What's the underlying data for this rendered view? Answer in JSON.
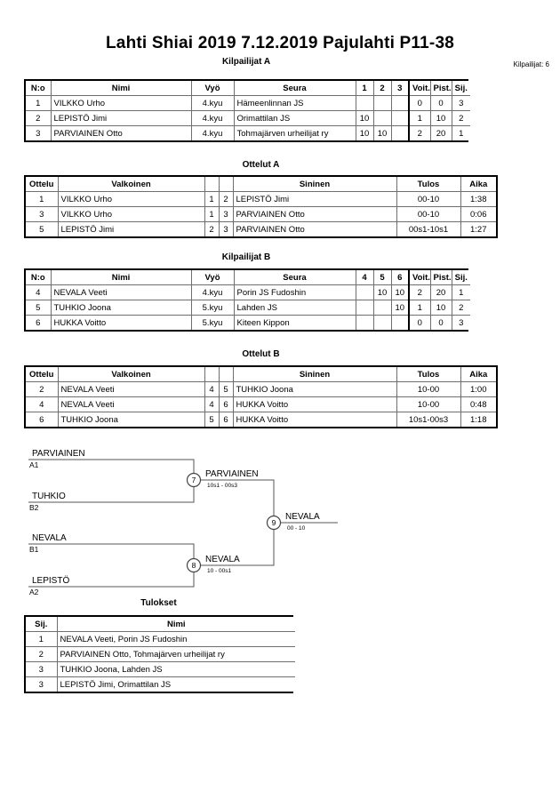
{
  "title": "Lahti Shiai 2019  7.12.2019  Pajulahti   P11-38",
  "competitors_note": "Kilpailijat: 6",
  "headings": {
    "group_a": "Kilpailijat A",
    "matches_a": "Ottelut A",
    "group_b": "Kilpailijat B",
    "matches_b": "Ottelut B",
    "results": "Tulokset"
  },
  "group_table_headers": {
    "no": "N:o",
    "name": "Nimi",
    "belt": "Vyö",
    "club": "Seura",
    "wins": "Voit.",
    "points": "Pist.",
    "rank": "Sij."
  },
  "group_a": {
    "opponent_columns": [
      "1",
      "2",
      "3"
    ],
    "rows": [
      {
        "no": "1",
        "name": "VILKKO Urho",
        "belt": "4.kyu",
        "club": "Hämeenlinnan JS",
        "scores": [
          "",
          "",
          ""
        ],
        "wins": "0",
        "points": "0",
        "rank": "3"
      },
      {
        "no": "2",
        "name": "LEPISTÖ Jimi",
        "belt": "4.kyu",
        "club": "Orimattilan JS",
        "scores": [
          "10",
          "",
          ""
        ],
        "wins": "1",
        "points": "10",
        "rank": "2"
      },
      {
        "no": "3",
        "name": "PARVIAINEN Otto",
        "belt": "4.kyu",
        "club": "Tohmajärven urheilijat ry",
        "scores": [
          "10",
          "10",
          ""
        ],
        "wins": "2",
        "points": "20",
        "rank": "1"
      }
    ]
  },
  "group_b": {
    "opponent_columns": [
      "4",
      "5",
      "6"
    ],
    "rows": [
      {
        "no": "4",
        "name": "NEVALA Veeti",
        "belt": "4.kyu",
        "club": "Porin JS Fudoshin",
        "scores": [
          "",
          "10",
          "10"
        ],
        "wins": "2",
        "points": "20",
        "rank": "1"
      },
      {
        "no": "5",
        "name": "TUHKIO Joona",
        "belt": "5.kyu",
        "club": "Lahden JS",
        "scores": [
          "",
          "",
          "10"
        ],
        "wins": "1",
        "points": "10",
        "rank": "2"
      },
      {
        "no": "6",
        "name": "HUKKA Voitto",
        "belt": "5.kyu",
        "club": "Kiteen Kippon",
        "scores": [
          "",
          "",
          ""
        ],
        "wins": "0",
        "points": "0",
        "rank": "3"
      }
    ]
  },
  "match_table_headers": {
    "match": "Ottelu",
    "white": "Valkoinen",
    "blue": "Sininen",
    "result": "Tulos",
    "time": "Aika"
  },
  "matches_a": [
    {
      "match": "1",
      "white": "VILKKO Urho",
      "white_no": "1",
      "blue_no": "2",
      "blue": "LEPISTÖ Jimi",
      "result": "00-10",
      "time": "1:38"
    },
    {
      "match": "3",
      "white": "VILKKO Urho",
      "white_no": "1",
      "blue_no": "3",
      "blue": "PARVIAINEN Otto",
      "result": "00-10",
      "time": "0:06"
    },
    {
      "match": "5",
      "white": "LEPISTÖ Jimi",
      "white_no": "2",
      "blue_no": "3",
      "blue": "PARVIAINEN Otto",
      "result": "00s1-10s1",
      "time": "1:27"
    }
  ],
  "matches_b": [
    {
      "match": "2",
      "white": "NEVALA Veeti",
      "white_no": "4",
      "blue_no": "5",
      "blue": "TUHKIO Joona",
      "result": "10-00",
      "time": "1:00"
    },
    {
      "match": "4",
      "white": "NEVALA Veeti",
      "white_no": "4",
      "blue_no": "6",
      "blue": "HUKKA Voitto",
      "result": "10-00",
      "time": "0:48"
    },
    {
      "match": "6",
      "white": "TUHKIO Joona",
      "white_no": "5",
      "blue_no": "6",
      "blue": "HUKKA Voitto",
      "result": "10s1-00s3",
      "time": "1:18"
    }
  ],
  "bracket": {
    "entrants": [
      {
        "name": "PARVIAINEN",
        "seed": "A1"
      },
      {
        "name": "TUHKIO",
        "seed": "B2"
      },
      {
        "name": "NEVALA",
        "seed": "B1"
      },
      {
        "name": "LEPISTÖ",
        "seed": "A2"
      }
    ],
    "semifinal_top": {
      "number": "7",
      "winner": "PARVIAINEN",
      "score": "10s1 - 00s3"
    },
    "semifinal_bottom": {
      "number": "8",
      "winner": "NEVALA",
      "score": "10 - 00s1"
    },
    "final": {
      "number": "9",
      "winner": "NEVALA",
      "score": "00 - 10"
    }
  },
  "results_headers": {
    "rank": "Sij.",
    "name": "Nimi"
  },
  "results": [
    {
      "rank": "1",
      "name": "NEVALA Veeti, Porin JS Fudoshin"
    },
    {
      "rank": "2",
      "name": "PARVIAINEN Otto, Tohmajärven urheilijat ry"
    },
    {
      "rank": "3",
      "name": "TUHKIO Joona, Lahden JS"
    },
    {
      "rank": "3",
      "name": "LEPISTÖ Jimi, Orimattilan JS"
    }
  ]
}
